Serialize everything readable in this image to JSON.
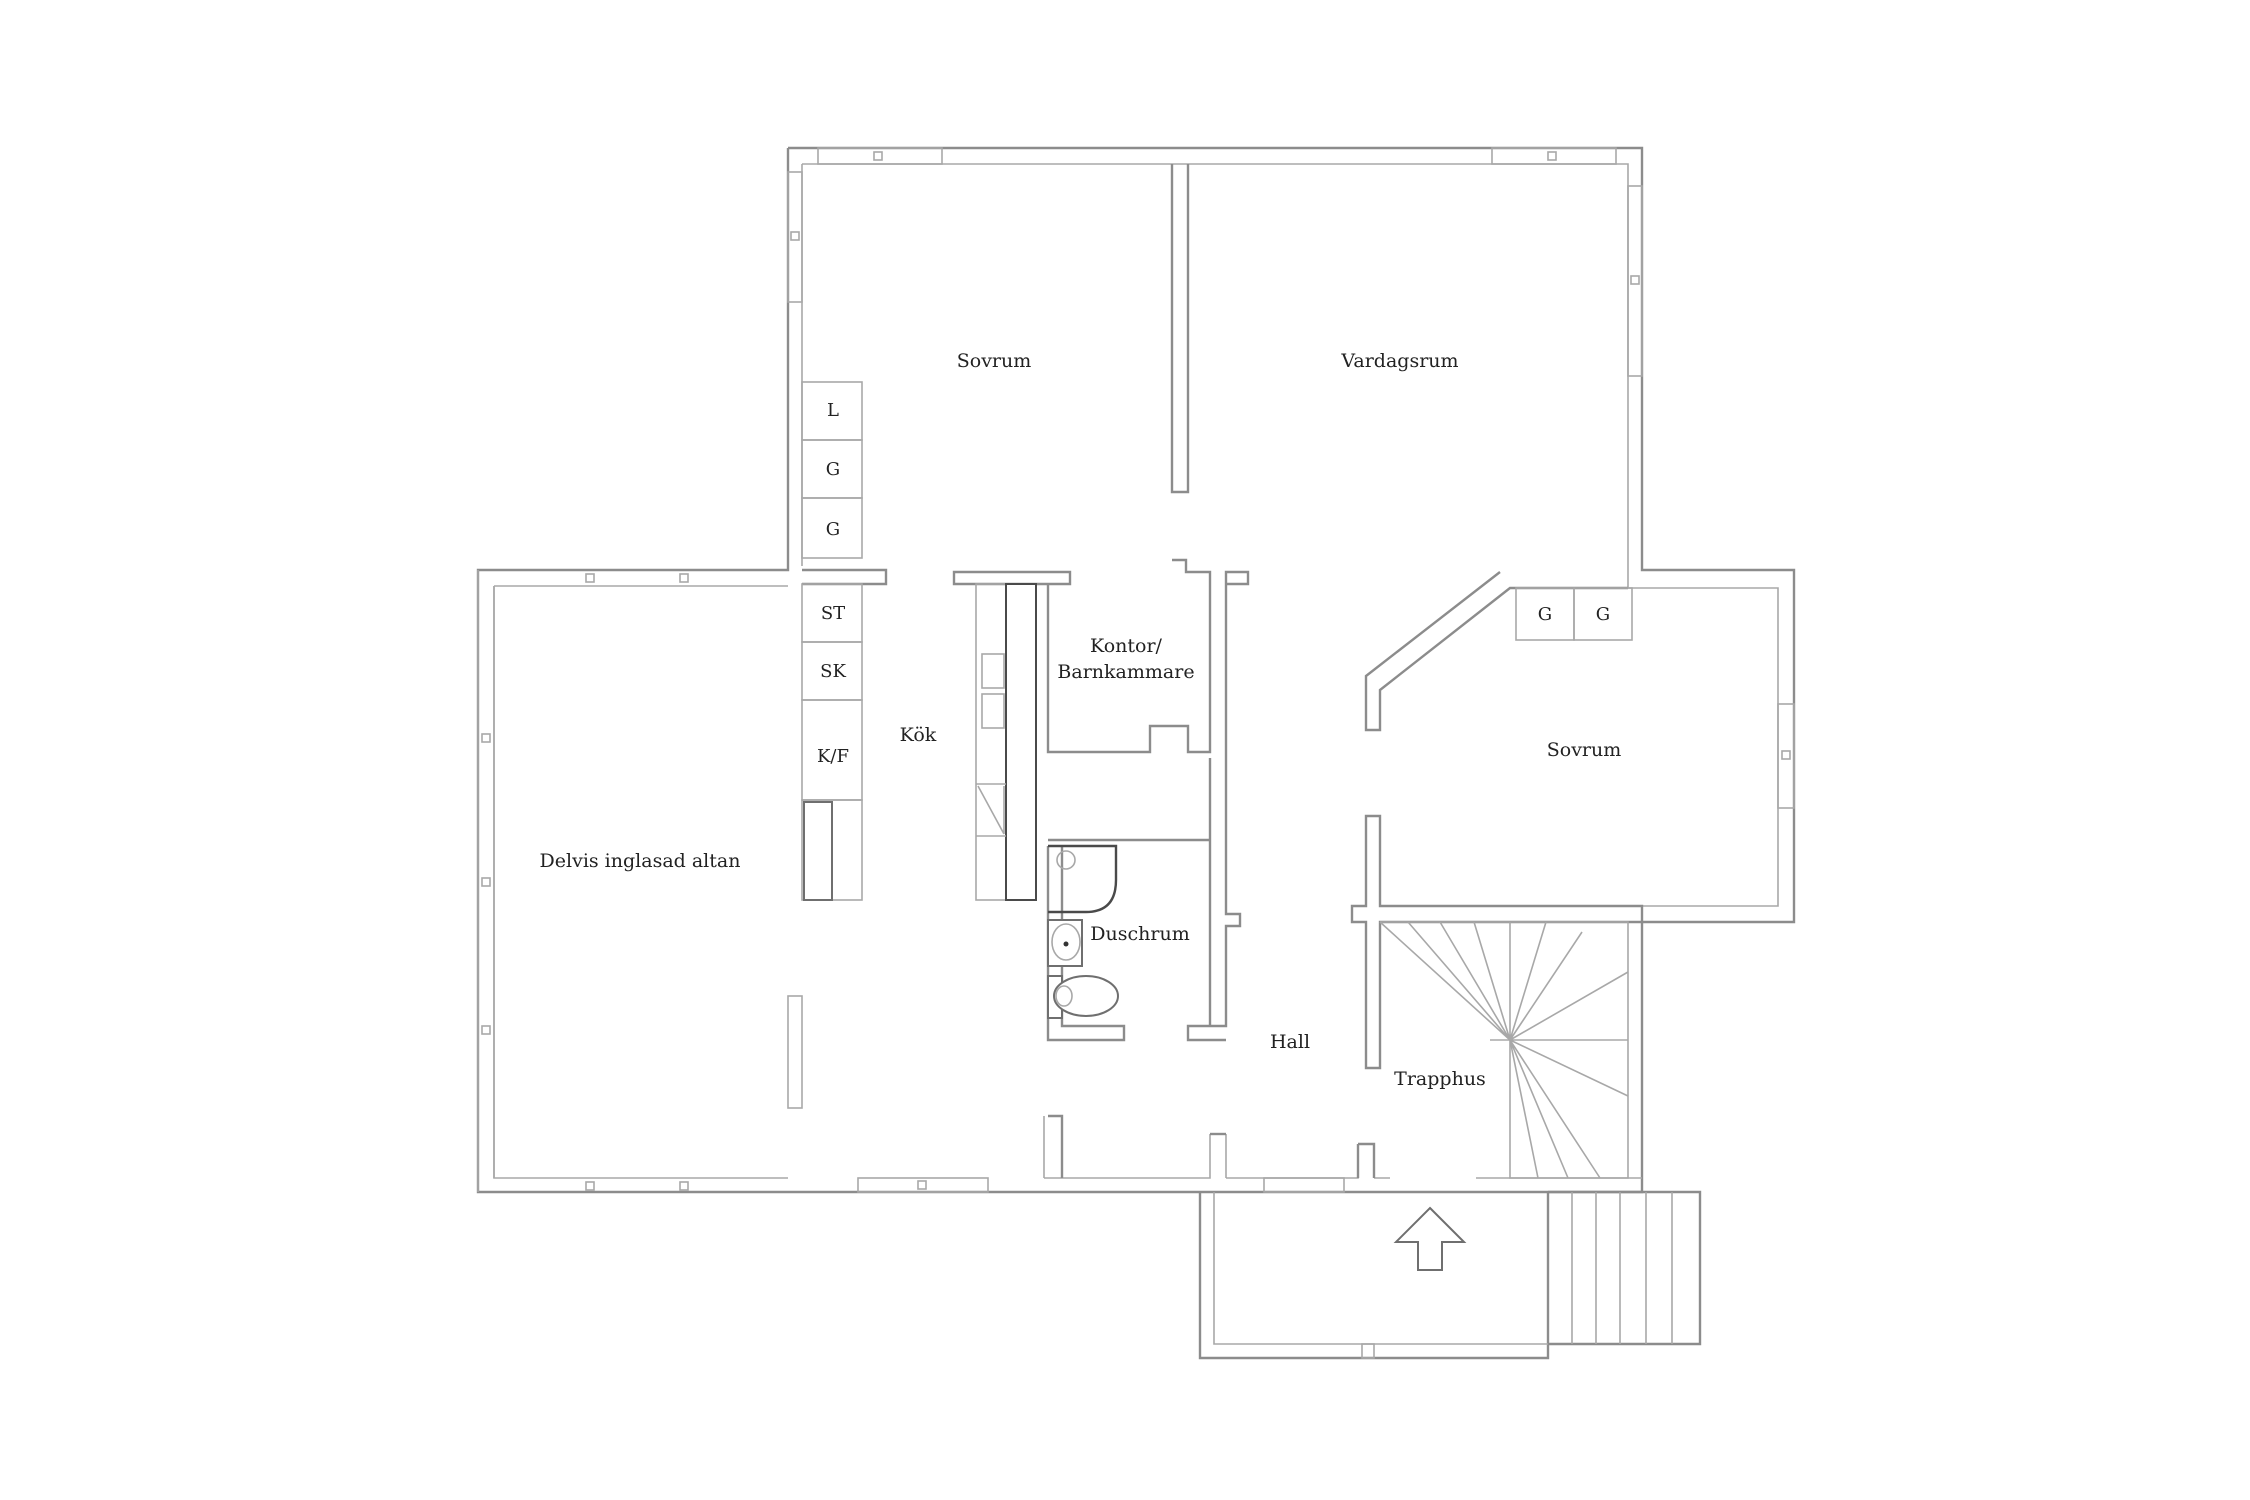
{
  "rooms": {
    "sovrum_nw": "Sovrum",
    "vardagsrum": "Vardagsrum",
    "kontor_1": "Kontor/",
    "kontor_2": "Barnkammare",
    "kok": "Kök",
    "sovrum_e": "Sovrum",
    "altan": "Delvis inglasad altan",
    "duschrum": "Duschrum",
    "hall": "Hall",
    "trapphus": "Trapphus"
  },
  "cabinets": {
    "l": "L",
    "g1": "G",
    "g2": "G",
    "st": "ST",
    "sk": "SK",
    "kf": "K/F",
    "g3": "G",
    "g4": "G"
  },
  "icons": {
    "entrance": "entrance-arrow-icon"
  }
}
